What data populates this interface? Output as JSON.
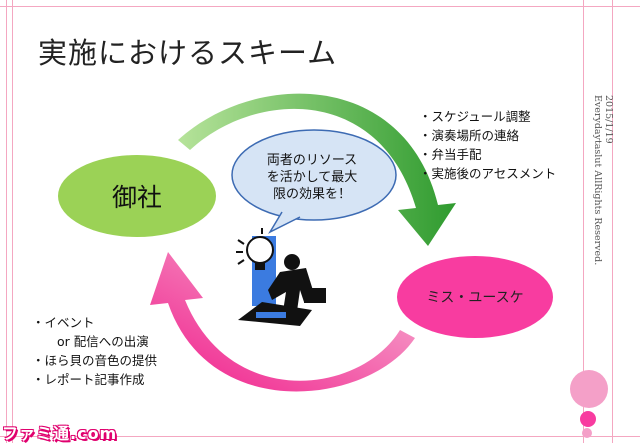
{
  "slide": {
    "title": "実施におけるスキーム",
    "date": "2015/1/19",
    "copyright": "Everydaytaslut AllRights Reserved.",
    "watermark": "ファミ通.com"
  },
  "nodes": {
    "left": "御社",
    "right": "ミス・ユースケ"
  },
  "bubble": {
    "line1": "両者のリソース",
    "line2": "を活かして最大",
    "line3": "限の効果を！"
  },
  "right_list": [
    "・スケジュール調整",
    "・演奏場所の連絡",
    "・弁当手配",
    "・実施後のアセスメント"
  ],
  "left_list": [
    "・イベント",
    "　　or 配信への出演",
    "・ほら貝の音色の提供",
    "・レポート記事作成"
  ],
  "colors": {
    "accent_pink": "#f83ca0",
    "green": "#9bd256",
    "arrow_green": "#3aa63a",
    "bubble_fill": "#d6e4f5",
    "bubble_stroke": "#3d6bb3",
    "border_pink": "#f4a7c1"
  },
  "icons": {
    "figure": "businessman-with-lightbulb-icon"
  }
}
